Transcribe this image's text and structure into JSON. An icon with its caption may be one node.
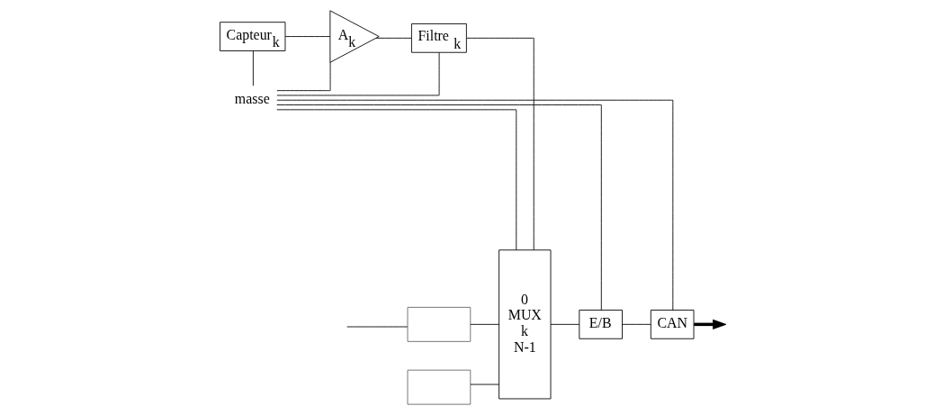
{
  "diagram": {
    "nodes": [
      {
        "text": [
          "Capteur$_{k}$"
        ]
      },
      {
        "text": [
          "A$_{k}$"
        ]
      },
      {
        "text": [
          "Filtre $_{k}$"
        ]
      },
      {
        "text": [
          "0",
          "MUX",
          "k",
          "N-1"
        ]
      },
      {
        "text": [
          "E/B"
        ]
      },
      {
        "text": [
          "CAN"
        ]
      },
      {
        "text": [],
        "shape": "box"
      },
      {
        "text": [],
        "shape": "box"
      },
      {
        "text": [
          "masse"
        ]
      }
    ],
    "edges": [
      {
        "from": 0,
        "to": 1,
        "arrow": "none"
      },
      {
        "from": 1,
        "to": 2,
        "arrow": "none"
      },
      {
        "from": null,
        "to": 6,
        "arrow": "none"
      },
      {
        "from": 6,
        "to": 3,
        "arrow": "none"
      },
      {
        "from": 2,
        "to": 3,
        "arrow": "none"
      },
      {
        "from": 7,
        "to": 3,
        "arrow": "none"
      },
      {
        "from": 3,
        "to": 4,
        "arrow": "none"
      },
      {
        "from": 4,
        "to": 5,
        "arrow": "none"
      },
      {
        "from": 5,
        "to": null,
        "arrow": "to",
        "style": "thick"
      },
      {
        "from": 0,
        "to": 8,
        "arrow": "none"
      },
      {
        "from": 1,
        "to": 8,
        "arrow": "none"
      },
      {
        "from": 2,
        "to": 8,
        "arrow": "none"
      },
      {
        "from": 3,
        "to": 8,
        "arrow": "none"
      },
      {
        "from": 4,
        "to": 8,
        "arrow": "none"
      },
      {
        "from": 5,
        "to": 8,
        "arrow": "none"
      }
    ]
  }
}
